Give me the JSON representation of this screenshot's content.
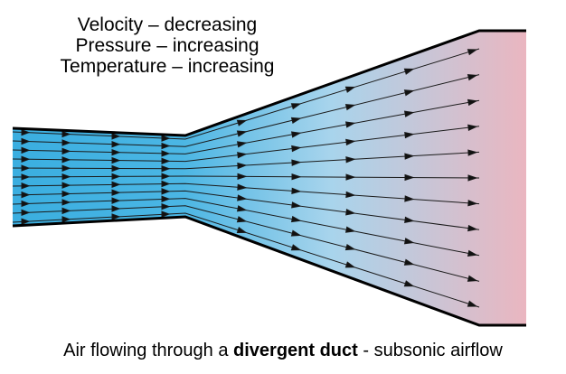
{
  "labels": {
    "velocity": "Velocity – decreasing",
    "pressure": "Pressure – increasing",
    "temperature": "Temperature – increasing"
  },
  "caption": {
    "prefix": "Air flowing through a ",
    "bold": "divergent duct",
    "suffix": " - subsonic airflow"
  },
  "colors": {
    "inlet_blue": "#3aaee0",
    "mid_blue": "#a8d4ec",
    "outlet_pink": "#eab6c0",
    "wall": "#000000"
  }
}
